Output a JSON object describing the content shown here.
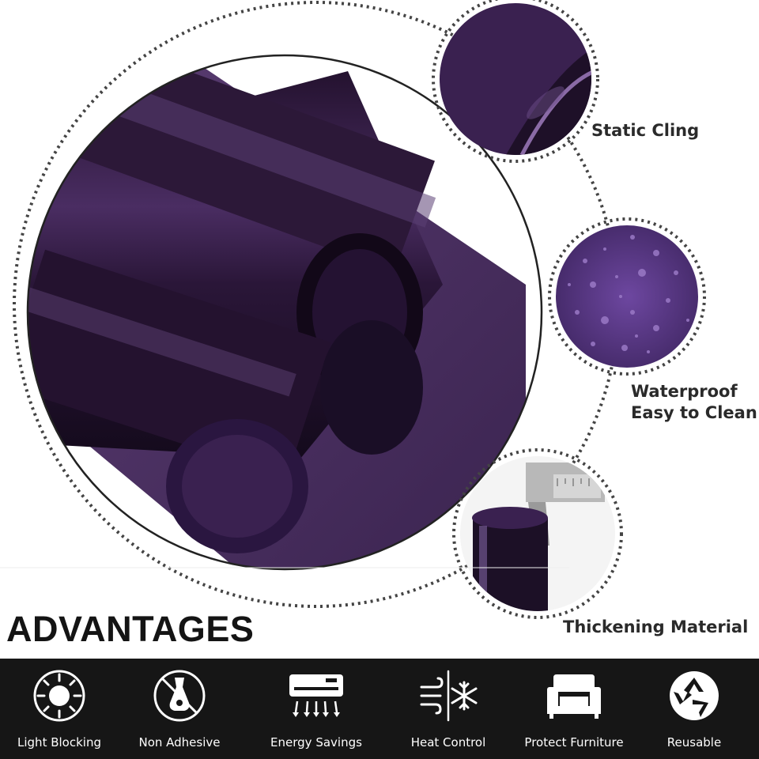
{
  "features": [
    {
      "label": "Static Cling"
    },
    {
      "label": "Waterproof",
      "label2": "Easy to Clean"
    },
    {
      "label": "Thickening Material"
    }
  ],
  "advantages": {
    "title": "ADVANTAGES",
    "items": [
      {
        "label": "Light Blocking",
        "icon": "sun-blocked-icon"
      },
      {
        "label": "Non Adhesive",
        "icon": "no-glue-icon"
      },
      {
        "label": "Energy Savings",
        "icon": "air-conditioner-icon"
      },
      {
        "label": "Heat Control",
        "icon": "heat-cold-icon"
      },
      {
        "label": "Protect Furniture",
        "icon": "armchair-icon"
      },
      {
        "label": "Reusable",
        "icon": "recycle-icon"
      }
    ]
  },
  "colors": {
    "film_purple": "#3a2150",
    "film_dark": "#1a0e26",
    "film_light": "#6b4a86",
    "bar_bg": "#161616",
    "dots": "#444444"
  }
}
